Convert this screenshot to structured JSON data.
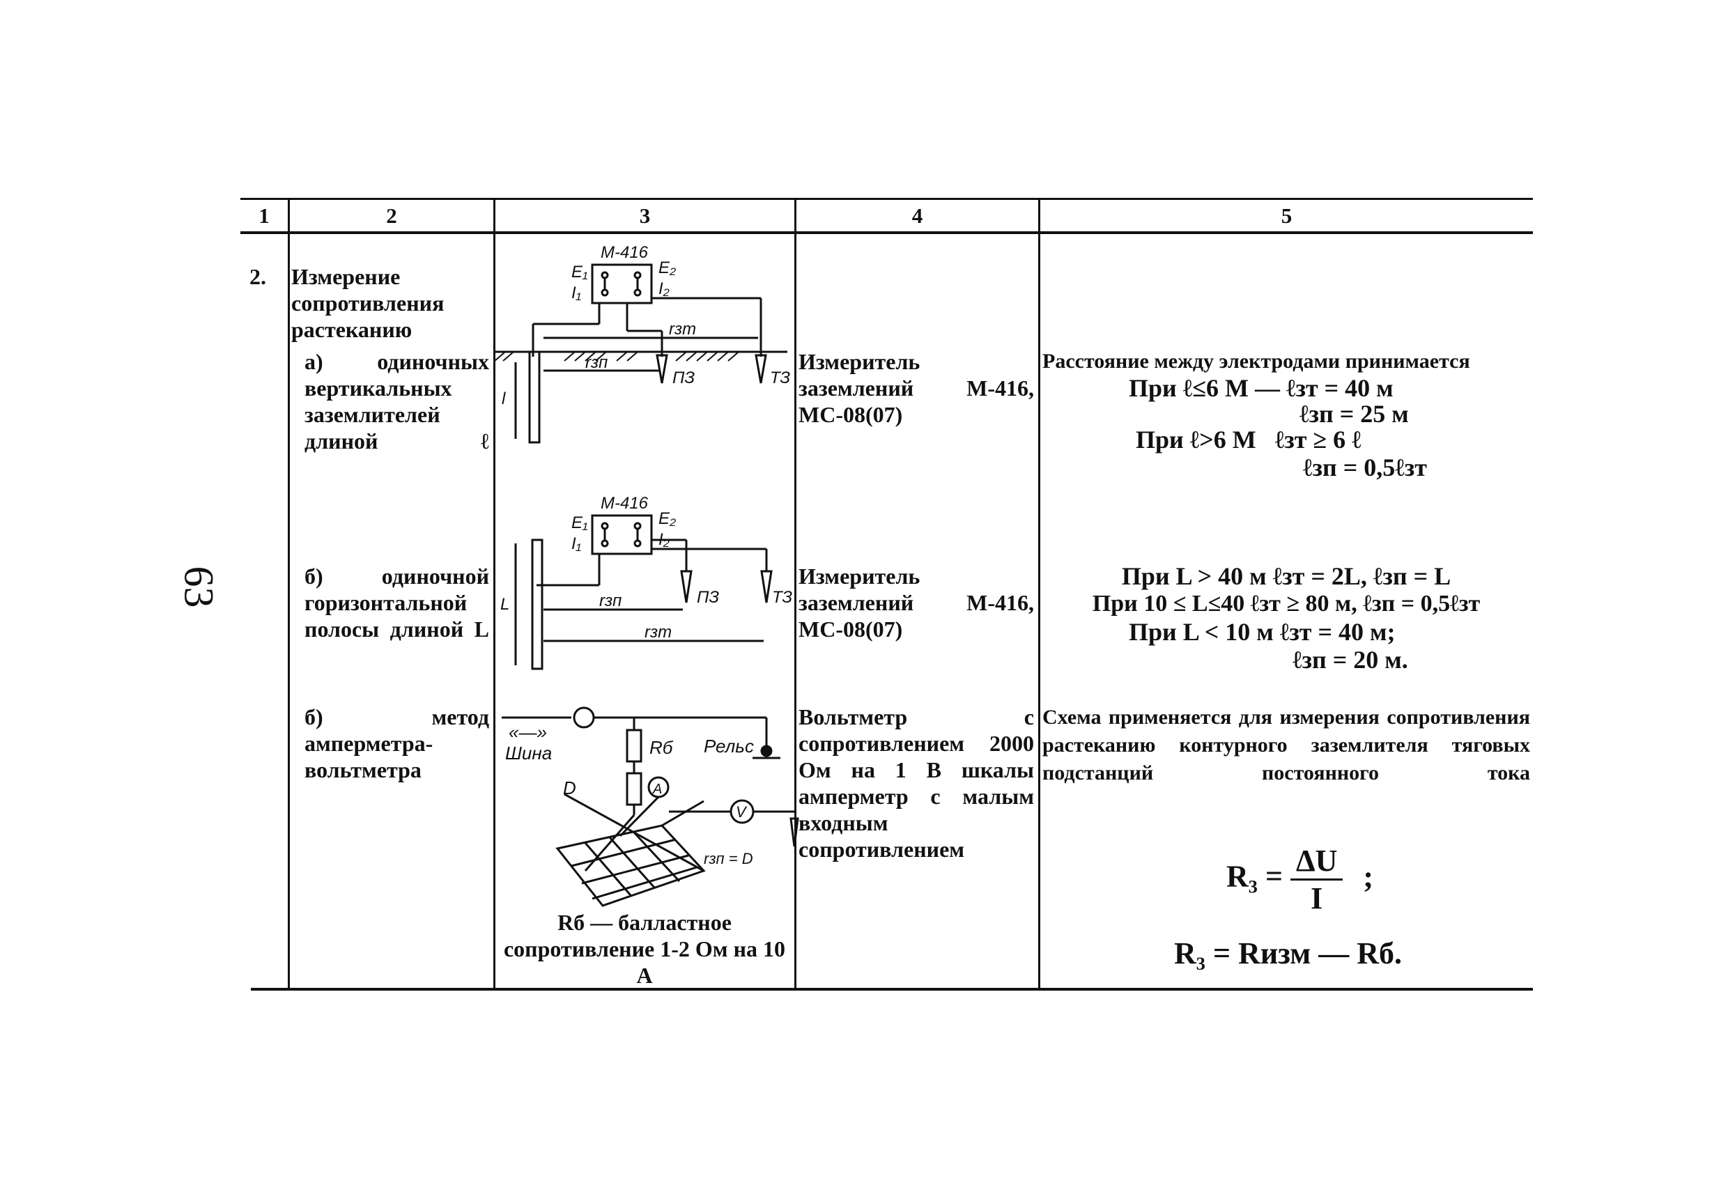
{
  "page_number": "63",
  "headers": [
    "1",
    "2",
    "3",
    "4",
    "5"
  ],
  "row": {
    "number": "2.",
    "title": "Измерение сопротивления растеканию",
    "a": {
      "desc": "а) одиночных вертикальных заземлителей длиной ℓ",
      "device": "Измеритель заземлений М-416, МС-08(07)",
      "lines": [
        "Расстояние между электродами принимается",
        "При ℓ≤6 М — ℓзт = 40 м",
        "ℓзп = 25 м",
        "При ℓ>6 М   ℓзт ≥ 6 ℓ",
        "ℓзп = 0,5ℓзт"
      ],
      "diagram": {
        "meter": "М-416",
        "e1": "E₁",
        "i1": "I₁",
        "e2": "E₂",
        "i2": "I₂",
        "r_zt": "rзт",
        "r_zp": "rзп",
        "pz": "ПЗ",
        "tz": "ТЗ",
        "l": "l"
      }
    },
    "b": {
      "desc": "б) одиночной горизонтальной полосы длиной L",
      "device": "Измеритель заземлений М-416, МС-08(07)",
      "lines": [
        "При L > 40 м ℓзт = 2L, ℓзп = L",
        "При 10 ≤ L≤40 ℓзт ≥ 80 м, ℓзп = 0,5ℓзт",
        "При L < 10 м ℓзт = 40 м;",
        "ℓзп = 20 м."
      ],
      "diagram": {
        "meter": "М-416",
        "e1": "E₁",
        "i1": "I₁",
        "e2": "E₂",
        "i2": "I₂",
        "r_zp": "rзп",
        "r_zt": "rзт",
        "pz": "ПЗ",
        "tz": "ТЗ",
        "l": "L"
      }
    },
    "c": {
      "desc": "б) метод амперметра-вольтметра",
      "device": "Вольтметр с сопротивлением 2000 Ом на 1 В шкалы амперметр с малым входным сопротивлением",
      "scheme": "Схема применяется для измерения сопротивления растеканию контурного заземлителя тяговых подстанций постоянного тока",
      "formula1": {
        "lhs": "R₃ =",
        "num": "ΔU",
        "den": "I",
        "tail": ";"
      },
      "formula2": "R₃ = Rизм — Rб.",
      "caption": "Rб — балластное сопротивление 1-2 Ом на 10 А",
      "diagram": {
        "bus": "Шина",
        "bus_sign": "«—»",
        "rb": "Rб",
        "rail": "Рельс",
        "a": "A",
        "v": "V",
        "d": "D",
        "r_zp": "rзп = D"
      }
    }
  }
}
